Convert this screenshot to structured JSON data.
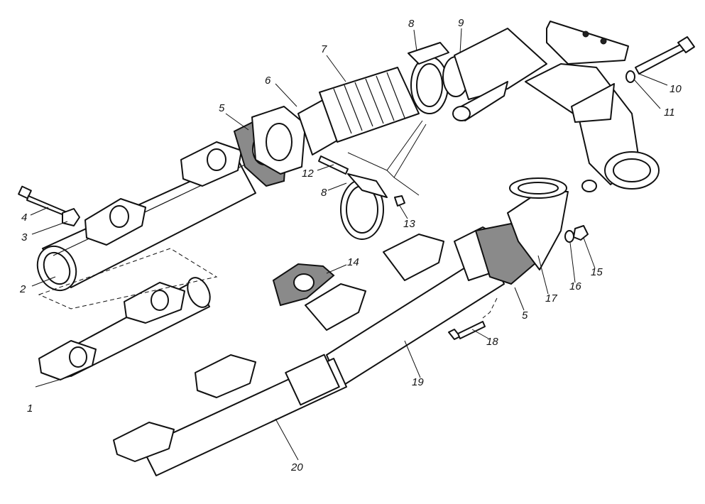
{
  "diagram": {
    "part_labels": [
      "1",
      "2",
      "3",
      "4",
      "5",
      "6",
      "7",
      "8",
      "9",
      "10",
      "11",
      "12",
      "8",
      "13",
      "14",
      "15",
      "16",
      "17",
      "5",
      "18",
      "19",
      "20"
    ]
  },
  "colors": {
    "ink": "#111111",
    "paper": "#ffffff",
    "gasket": "#8a8a8a"
  }
}
